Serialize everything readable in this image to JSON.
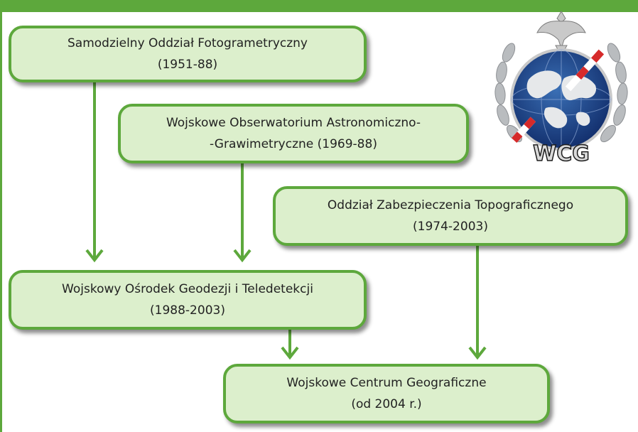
{
  "diagram": {
    "nodes": [
      {
        "id": "sof",
        "line1": "Samodzielny Oddział Fotogrametryczny",
        "line2": "(1951-88)"
      },
      {
        "id": "woag",
        "line1": "Wojskowe Obserwatorium Astronomiczno-",
        "line2": "-Grawimetryczne (1969-88)"
      },
      {
        "id": "ozt",
        "line1": "Oddział Zabezpieczenia Topograficznego",
        "line2": "(1974-2003)"
      },
      {
        "id": "wogt",
        "line1": "Wojskowy Ośrodek Geodezji i Teledetekcji",
        "line2": "(1988-2003)"
      },
      {
        "id": "wcg",
        "line1": "Wojskowe Centrum Geograficzne",
        "line2": "(od 2004 r.)"
      }
    ],
    "edges": [
      {
        "from": "sof",
        "to": "wogt"
      },
      {
        "from": "woag",
        "to": "wogt"
      },
      {
        "from": "wogt",
        "to": "wcg"
      },
      {
        "from": "ozt",
        "to": "wcg"
      }
    ],
    "colors": {
      "accent": "#5da83c",
      "box_fill": "#dcefcc",
      "text": "#222222"
    }
  },
  "emblem": {
    "icon": "wcg-emblem-icon",
    "text": "WCG"
  }
}
